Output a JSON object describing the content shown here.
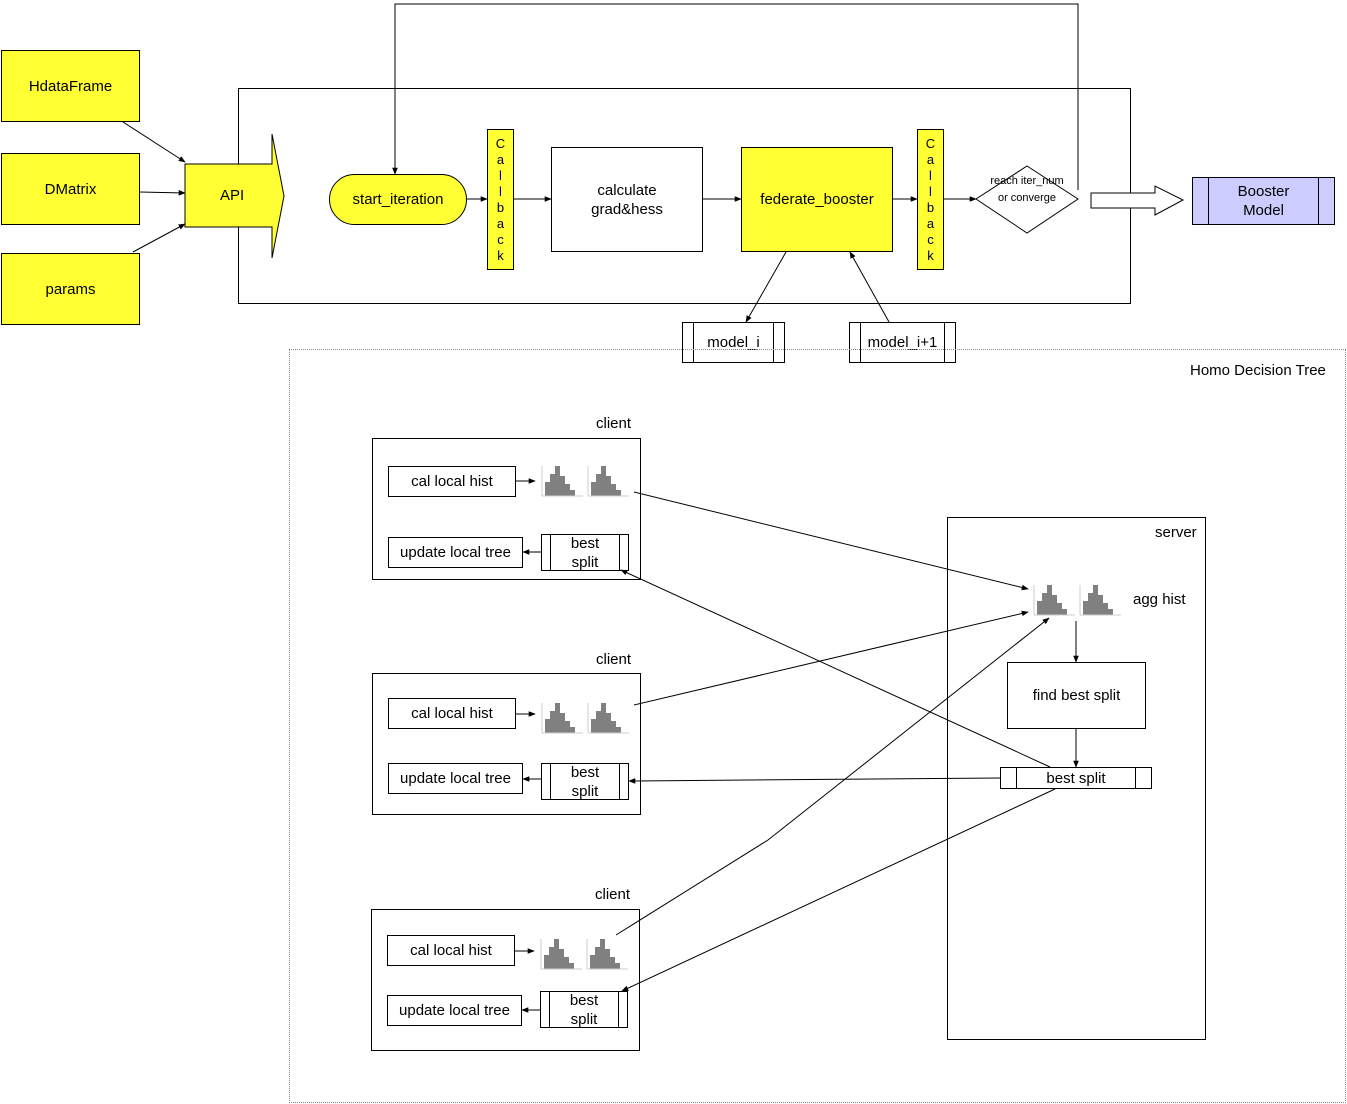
{
  "inputs": {
    "hdataframe": "HdataFrame",
    "dmatrix": "DMatrix",
    "params": "params"
  },
  "pipeline": {
    "api": "API",
    "start_iteration": "start_iteration",
    "callback": "Callback",
    "calculate": "calculate grad&hess",
    "federate_booster": "federate_booster",
    "reach_condition": "reach iter_num or converge",
    "booster_model": "Booster Model",
    "model_i": "model_i",
    "model_i_plus_1": "model_i+1"
  },
  "homo_tree": {
    "title": "Homo Decision Tree",
    "clients": [
      {
        "label": "client",
        "cal_hist": "cal local hist",
        "update_tree": "update local tree",
        "best_split": "best split"
      },
      {
        "label": "client",
        "cal_hist": "cal local hist",
        "update_tree": "update local tree",
        "best_split": "best split"
      },
      {
        "label": "client",
        "cal_hist": "cal local hist",
        "update_tree": "update local tree",
        "best_split": "best split"
      }
    ],
    "server": {
      "label": "server",
      "agg_hist": "agg hist",
      "find_best_split": "find best split",
      "best_split": "best split"
    }
  },
  "colors": {
    "yellow": "#ffff33",
    "booster_fill": "#ccccff",
    "histogram": "#808080"
  },
  "icons": [
    "histogram-icon"
  ]
}
